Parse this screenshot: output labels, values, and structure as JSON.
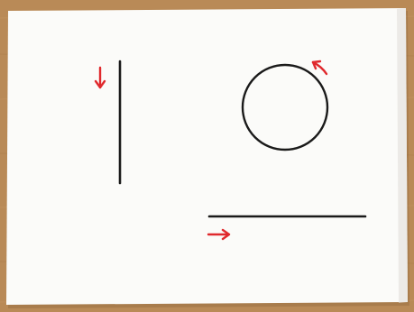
{
  "colors": {
    "wood": "#b98a57",
    "wood_grain_light": "#c89a66",
    "wood_grain_dark": "#a87a48",
    "paper": "#fbfbf9",
    "paper_shadow": "#e3e0da",
    "ink": "#1a1a1a",
    "arrow_red": "#e0292d"
  },
  "drawings": {
    "vertical_line": {
      "direction": "down"
    },
    "circle": {
      "direction": "counterclockwise"
    },
    "horizontal_line": {
      "direction": "right"
    }
  }
}
